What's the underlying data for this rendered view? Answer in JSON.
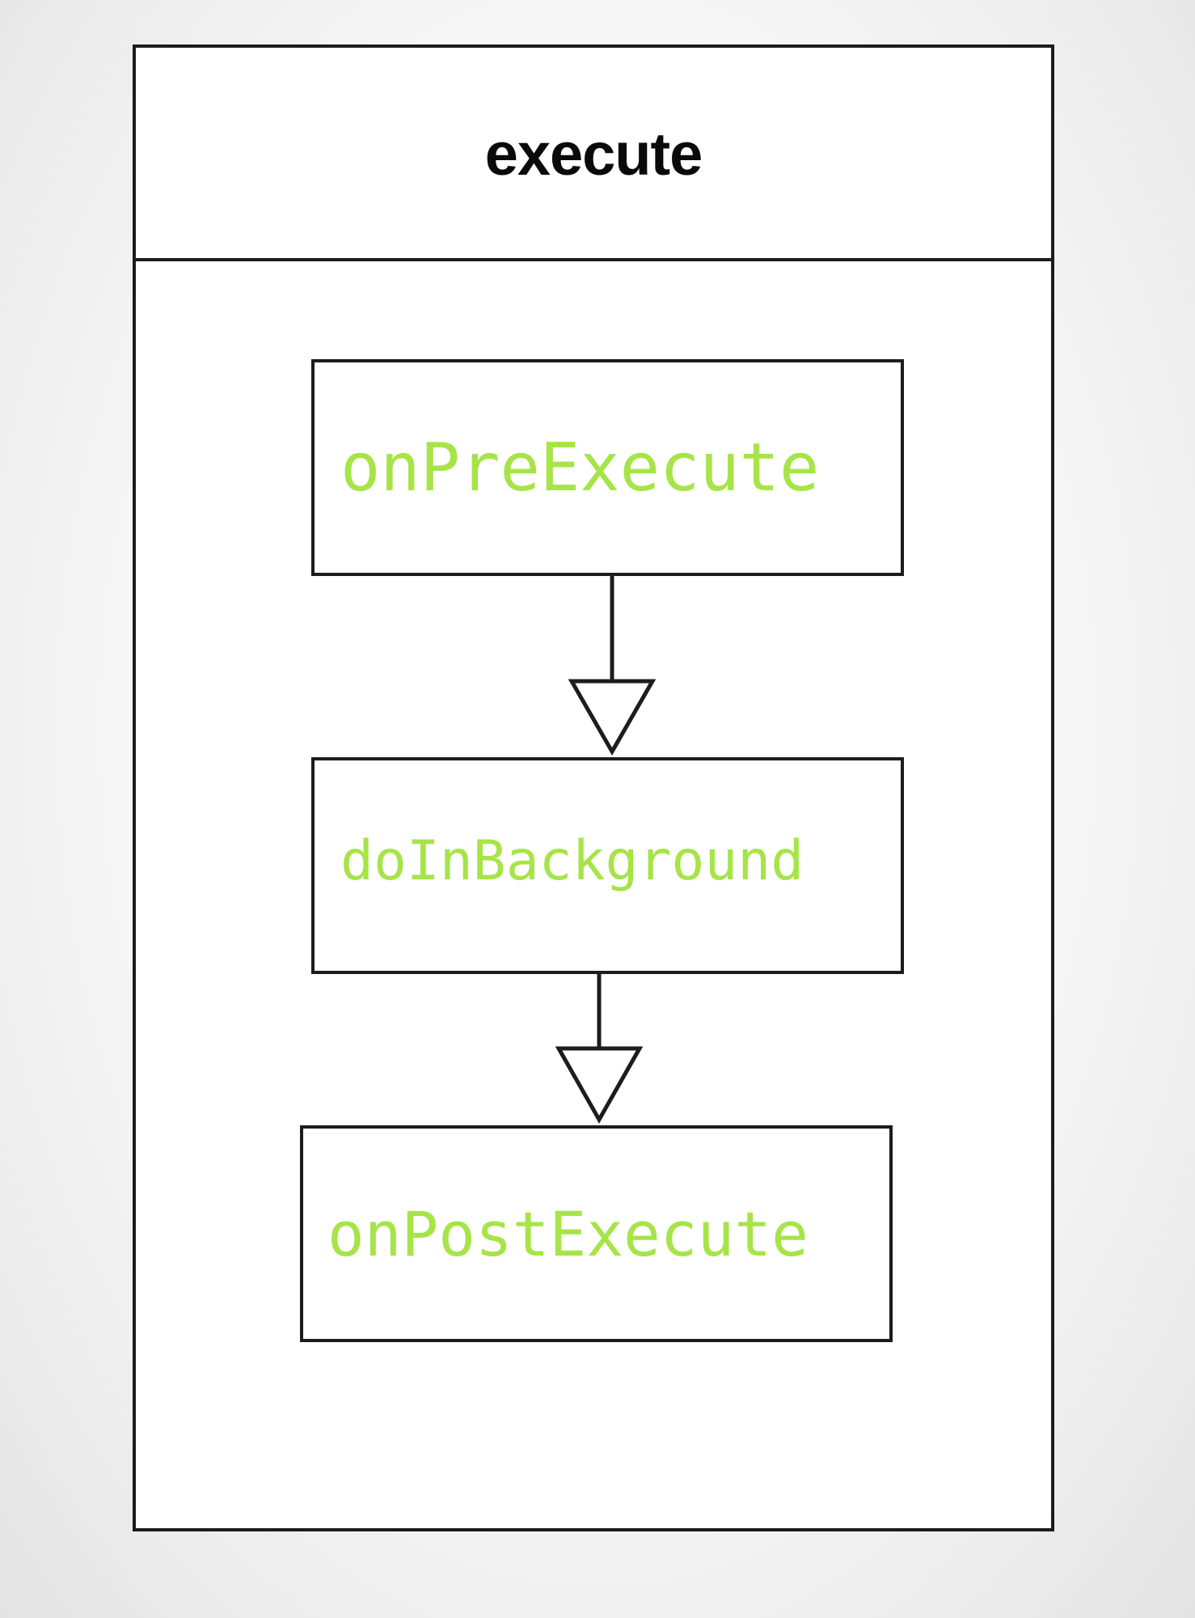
{
  "diagram": {
    "title": "execute",
    "steps": [
      {
        "label": "onPreExecute"
      },
      {
        "label": "doInBackground"
      },
      {
        "label": "onPostExecute"
      }
    ],
    "colors": {
      "step_text": "#a6e448",
      "border": "#1c1c1c",
      "title_text": "#0a0a0a"
    }
  }
}
